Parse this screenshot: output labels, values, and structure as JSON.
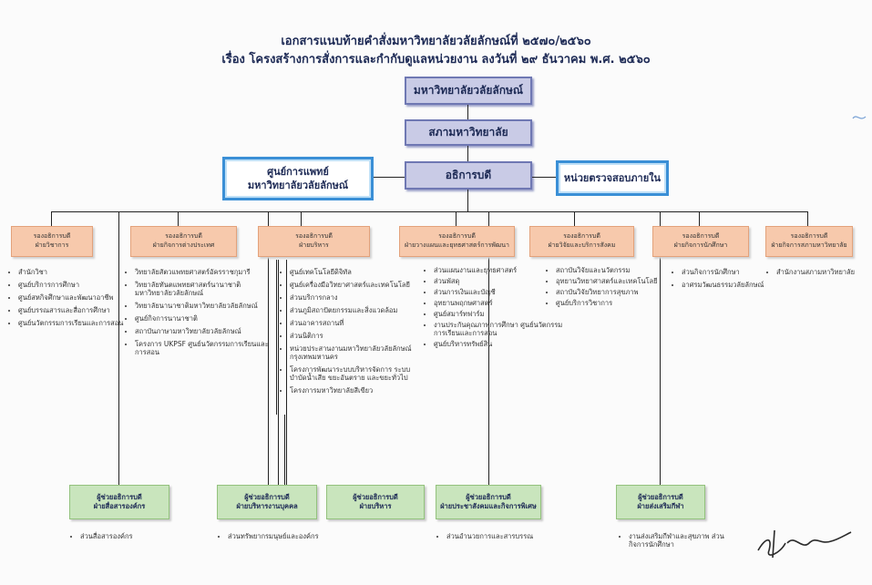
{
  "header": {
    "line1": "เอกสารแนบท้ายคำสั่งมหาวิทยาลัยวลัยลักษณ์ที่ ๒๕๗๐/๒๕๖๐",
    "line2": "เรื่อง  โครงสร้างการสั่งการและกำกับดูแลหน่วยงาน ลงวันที่ ๒๙  ธันวาคม  พ.ศ. ๒๕๖๐"
  },
  "top": {
    "university": "มหาวิทยาลัยวลัยลักษณ์",
    "council": "สภามหาวิทยาลัย",
    "president": "อธิการบดี"
  },
  "side": {
    "medical_center": [
      "ศูนย์การแพทย์",
      "มหาวิทยาลัยวลัยลักษณ์"
    ],
    "internal_audit": "หน่วยตรวจสอบภายใน"
  },
  "vice_presidents": [
    {
      "title": "รองอธิการบดี",
      "area": "ฝ่ายวิชาการ",
      "units": [
        "สำนักวิชา",
        "ศูนย์บริการการศึกษา",
        "ศูนย์สหกิจศึกษาและพัฒนาอาชีพ",
        "ศูนย์บรรณสารและสื่อการศึกษา",
        "ศูนย์นวัตกรรมการเรียนและการสอน"
      ]
    },
    {
      "title": "รองอธิการบดี",
      "area": "ฝ่ายกิจการต่างประเทศ",
      "units": [
        "วิทยาลัยสัตวแพทยศาสตร์อัครราชกุมารี",
        "วิทยาลัยทันตแพทยศาสตร์นานาชาติ มหาวิทยาลัยวลัยลักษณ์",
        "วิทยาลัยนานาชาติมหาวิทยาลัยวลัยลักษณ์",
        "ศูนย์กิจการนานาชาติ",
        "สถาบันภาษามหาวิทยาลัยวลัยลักษณ์",
        "โครงการ UKPSF ศูนย์นวัตกรรมการเรียนและการสอน"
      ]
    },
    {
      "title": "รองอธิการบดี",
      "area": "ฝ่ายบริหาร",
      "units": [
        "ศูนย์เทคโนโลยีดิจิทัล",
        "ศูนย์เครื่องมือวิทยาศาสตร์และเทคโนโลยี",
        "ส่วนบริการกลาง",
        "ส่วนภูมิสถาปัตยกรรมและสิ่งแวดล้อม",
        "ส่วนอาคารสถานที่",
        "ส่วนนิติการ",
        "หน่วยประสานงานมหาวิทยาลัยวลัยลักษณ์ กรุงเทพมหานคร",
        "โครงการพัฒนาระบบบริหารจัดการ ระบบบำบัดน้ำเสีย ขยะอันตราย และขยะทั่วไป",
        "โครงการมหาวิทยาลัยสีเขียว"
      ]
    },
    {
      "title": "รองอธิการบดี",
      "area": "ฝ่ายวางแผนและยุทธศาสตร์การพัฒนา",
      "units": [
        "ส่วนแผนงานและยุทธศาสตร์",
        "ส่วนพัสดุ",
        "ส่วนการเงินและบัญชี",
        "อุทยานพฤกษศาสตร์",
        "ศูนย์สมาร์ทฟาร์ม",
        "งานประกันคุณภาพการศึกษา ศูนย์นวัตกรรมการเรียนและการสอน",
        "ศูนย์บริหารทรัพย์สิน"
      ]
    },
    {
      "title": "รองอธิการบดี",
      "area": "ฝ่ายวิจัยและบริการสังคม",
      "units": [
        "สถาบันวิจัยและนวัตกรรม",
        "อุทยานวิทยาศาสตร์และเทคโนโลยี",
        "สถาบันวิจัยวิทยาการสุขภาพ",
        "ศูนย์บริการวิชาการ"
      ]
    },
    {
      "title": "รองอธิการบดี",
      "area": "ฝ่ายกิจการนักศึกษา",
      "units": [
        "ส่วนกิจการนักศึกษา",
        "อาศรมวัฒนธรรมวลัยลักษณ์"
      ]
    },
    {
      "title": "รองอธิการบดี",
      "area": "ฝ่ายกิจการสภามหาวิทยาลัย",
      "units": [
        "สำนักงานสภามหาวิทยาลัย"
      ]
    }
  ],
  "assistants": [
    {
      "title": "ผู้ช่วยอธิการบดี",
      "area": "ฝ่ายสื่อสารองค์กร",
      "units": [
        "ส่วนสื่อสารองค์กร"
      ]
    },
    {
      "title": "ผู้ช่วยอธิการบดี",
      "area": "ฝ่ายบริหารงานบุคคล",
      "units": [
        "ส่วนทรัพยากรมนุษย์และองค์กร"
      ]
    },
    {
      "title": "ผู้ช่วยอธิการบดี",
      "area": "ฝ่ายบริหาร",
      "units": []
    },
    {
      "title": "ผู้ช่วยอธิการบดี",
      "area": "ฝ่ายประชาสังคมและกิจการพิเศษ",
      "units": [
        "ส่วนอำนวยการและสารบรรณ"
      ]
    },
    {
      "title": "ผู้ช่วยอธิการบดี",
      "area": "ฝ่ายส่งเสริมกีฬา",
      "units": [
        "งานส่งเสริมกีฬาและสุขภาพ ส่วนกิจการนักศึกษา"
      ]
    }
  ]
}
